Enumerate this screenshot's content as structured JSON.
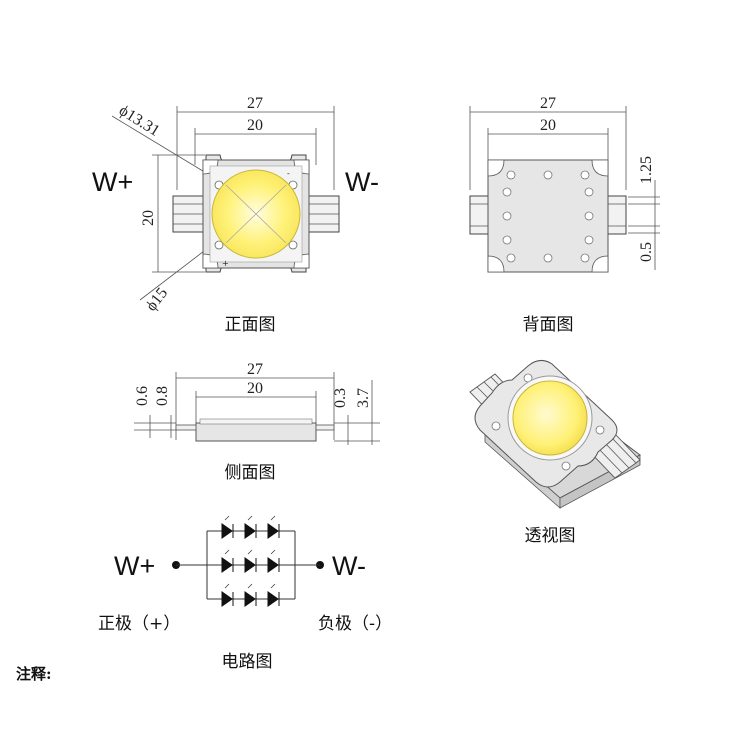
{
  "front_view": {
    "caption": "正面图",
    "dim_width_outer": "27",
    "dim_width_inner": "20",
    "dim_height": "20",
    "dim_lens_diameter": "ϕ13.31",
    "dim_hole_diameter": "ϕ15",
    "label_positive": "W+",
    "label_negative": "W-",
    "pad_plus_mark": "+",
    "pad_minus_mark": "-"
  },
  "back_view": {
    "caption": "背面图",
    "dim_width_outer": "27",
    "dim_width_inner": "20",
    "dim_pin_width": "1.25",
    "dim_pin_gap": "0.5"
  },
  "side_view": {
    "caption": "侧面图",
    "dim_width_outer": "27",
    "dim_width_inner": "20",
    "dim_left_a": "0.6",
    "dim_left_b": "0.8",
    "dim_right_a": "0.3",
    "dim_right_b": "3.7"
  },
  "perspective_view": {
    "caption": "透视图"
  },
  "circuit": {
    "caption": "电路图",
    "label_positive": "W+",
    "label_negative": "W-",
    "positive_pole": "正极（+）",
    "negative_pole": "负极（-）"
  },
  "note": {
    "label": "注释:"
  },
  "colors": {
    "led_yellow": "#fff07a",
    "substrate": "#e6e6e6",
    "line": "#444444"
  }
}
